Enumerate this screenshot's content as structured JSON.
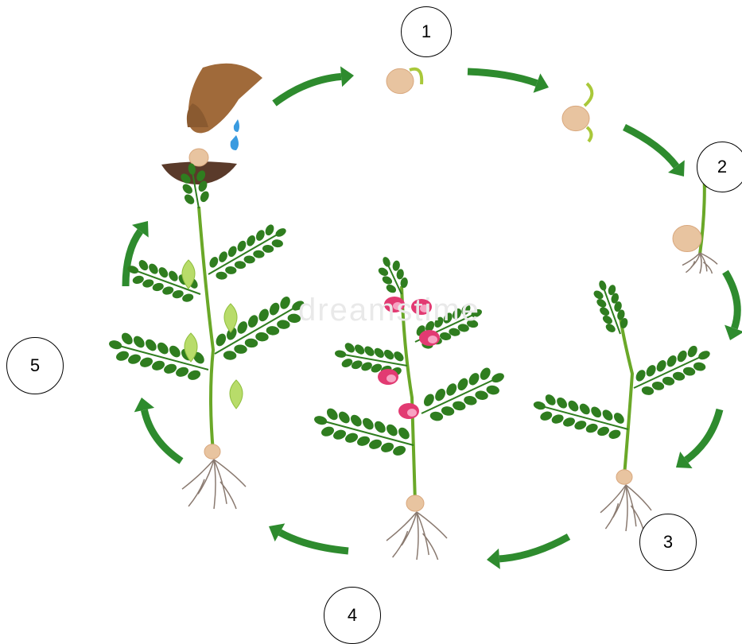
{
  "diagram": {
    "stages": [
      {
        "number": "1",
        "description": "germinating seed"
      },
      {
        "number": "2",
        "description": "seedling with root and shoot"
      },
      {
        "number": "3",
        "description": "young plant"
      },
      {
        "number": "4",
        "description": "flowering plant"
      },
      {
        "number": "5",
        "description": "plant with pods"
      }
    ],
    "sowing": "hand planting seed with water into soil",
    "watermark": "dreamstime",
    "colors": {
      "arrow": "#2e8b2e",
      "leaf": "#2f7d1f",
      "stem": "#6aa828",
      "seed": "#e8c4a0",
      "flower": "#e23a72",
      "pod": "#b8dc6a",
      "root": "#8a7a70",
      "soil": "#5a3a2a",
      "hand": "#a06a3a",
      "water": "#3a9be0"
    }
  }
}
